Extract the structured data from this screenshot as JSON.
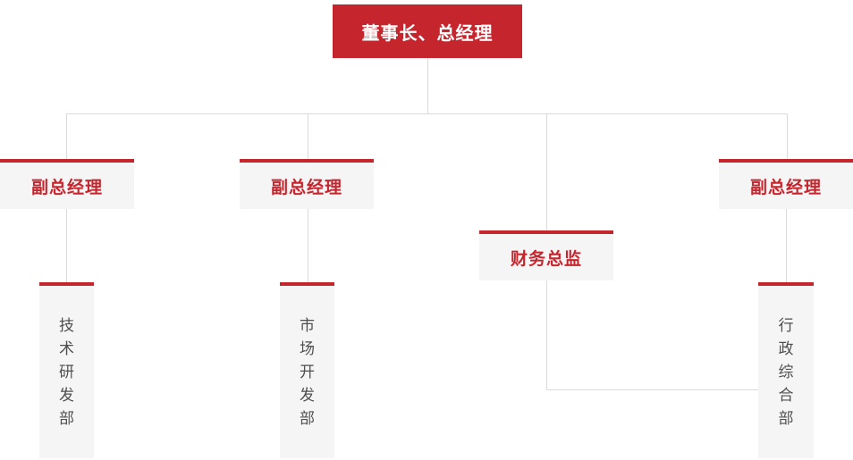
{
  "org": {
    "root": {
      "label": "董事长、总经理"
    },
    "managers": [
      {
        "label": "副总经理"
      },
      {
        "label": "副总经理"
      },
      {
        "label": "财务总监"
      },
      {
        "label": "副总经理"
      }
    ],
    "departments": [
      {
        "label": "技术研发部"
      },
      {
        "label": "市场开发部"
      },
      {
        "label": "行政综合部"
      }
    ]
  },
  "colors": {
    "accent_red": "#c5262e",
    "node_background": "#f5f5f5",
    "connector_line": "#dadada",
    "department_text": "#4f4f4f",
    "root_text": "#ffffff"
  }
}
